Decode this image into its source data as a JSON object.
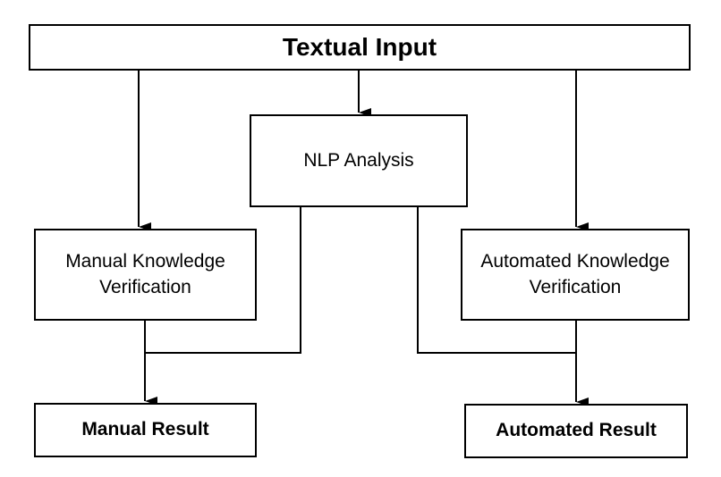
{
  "diagram": {
    "top": {
      "label": "Textual Input"
    },
    "nlp": {
      "label": "NLP Analysis"
    },
    "manual_verification": {
      "line1": "Manual Knowledge",
      "line2": "Verification"
    },
    "automated_verification": {
      "line1": "Automated Knowledge",
      "line2": "Verification"
    },
    "manual_result": {
      "label": "Manual Result"
    },
    "automated_result": {
      "label": "Automated Result"
    }
  }
}
